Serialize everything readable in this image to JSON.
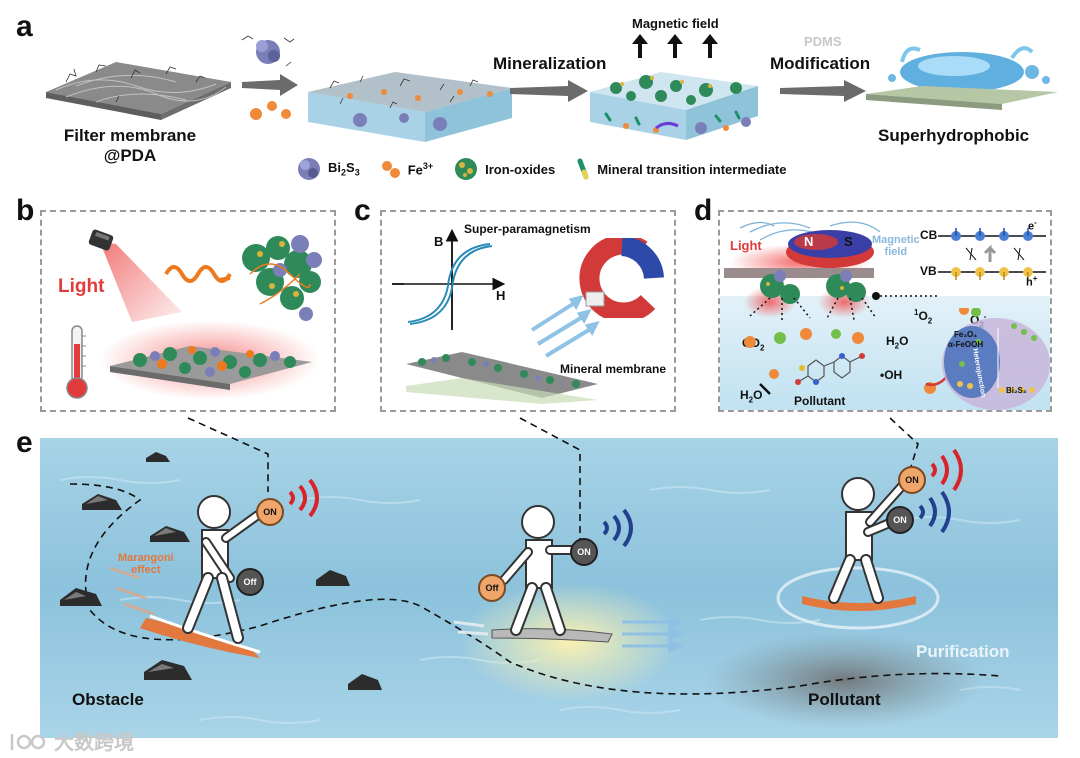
{
  "panels": {
    "a": "a",
    "b": "b",
    "c": "c",
    "d": "d",
    "e": "e"
  },
  "panel_a": {
    "filter_membrane_line1": "Filter membrane",
    "filter_membrane_line2": "@PDA",
    "mineralization": "Mineralization",
    "magnetic_field": "Magnetic field",
    "pdms": "PDMS",
    "modification": "Modification",
    "superhydrophobic": "Superhydrophobic",
    "legend": {
      "bi2s3_main": "Bi",
      "bi2s3_sub1": "2",
      "bi2s3_mid": "S",
      "bi2s3_sub2": "3",
      "fe_main": "Fe",
      "fe_sup": "3+",
      "iron_oxides": "Iron-oxides",
      "intermediate": "Mineral transition intermediate"
    }
  },
  "panel_b": {
    "light": "Light"
  },
  "panel_c": {
    "axis_b": "B",
    "axis_h": "H",
    "super_paramagnetism": "Super-paramagnetism",
    "mineral_membrane": "Mineral membrane"
  },
  "panel_d": {
    "light": "Light",
    "n": "N",
    "s": "S",
    "magnetic_field_line1": "Magnetic",
    "magnetic_field_line2": "field",
    "cb": "CB",
    "vb": "VB",
    "e_minus": "e",
    "e_sup": "-",
    "h_plus": "h",
    "h_sup": "+",
    "singlet_o2_sup": "1",
    "singlet_o2": "O",
    "singlet_o2_sub": "2",
    "o2_main": "O",
    "o2_sub": "2",
    "o2_sup": "-",
    "co2_main": "CO",
    "co2_sub": "2",
    "h2o_main": "H",
    "h2o_sub": "2",
    "h2o_end": "O",
    "oh": "•OH",
    "pollutant": "Pollutant",
    "fe3o4": "Fe₃O₄",
    "feooh": "α-FeOOH",
    "bi2s3": "Bi₂S₃",
    "junction": "Heterojunction"
  },
  "panel_e": {
    "marangoni_line1": "Marangoni",
    "marangoni_line2": "effect",
    "on1": "ON",
    "off1": "Off",
    "off2": "Off",
    "on2": "ON",
    "on3": "ON",
    "on4": "ON",
    "obstacle": "Obstacle",
    "pollutant": "Pollutant",
    "purification": "Purification"
  },
  "watermark": "大数跨境",
  "colors": {
    "arrow_gray": "#6b6b6b",
    "signal_red": "#d9232b",
    "signal_blue": "#23408e",
    "water_blue": "#8fc3da",
    "board_orange": "#e2783e",
    "light_red": "#e33b3b"
  }
}
